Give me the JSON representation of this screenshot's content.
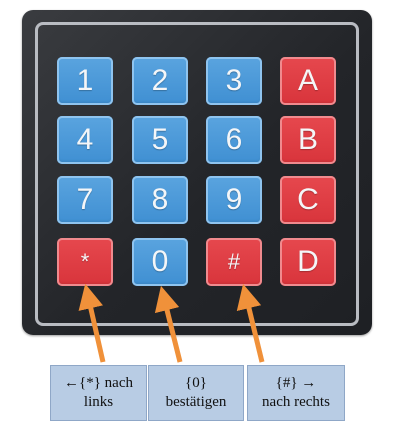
{
  "keypad": {
    "rows": [
      [
        {
          "label": "1",
          "color": "blue"
        },
        {
          "label": "2",
          "color": "blue"
        },
        {
          "label": "3",
          "color": "blue"
        },
        {
          "label": "A",
          "color": "red"
        }
      ],
      [
        {
          "label": "4",
          "color": "blue"
        },
        {
          "label": "5",
          "color": "blue"
        },
        {
          "label": "6",
          "color": "blue"
        },
        {
          "label": "B",
          "color": "red"
        }
      ],
      [
        {
          "label": "7",
          "color": "blue"
        },
        {
          "label": "8",
          "color": "blue"
        },
        {
          "label": "9",
          "color": "blue"
        },
        {
          "label": "C",
          "color": "red"
        }
      ],
      [
        {
          "label": "*",
          "color": "red"
        },
        {
          "label": "0",
          "color": "blue"
        },
        {
          "label": "#",
          "color": "red"
        },
        {
          "label": "D",
          "color": "red"
        }
      ]
    ]
  },
  "callouts": [
    {
      "key": "*",
      "line1": "←{*} nach",
      "line2": "links"
    },
    {
      "key": "0",
      "line1": "{0}",
      "line2": "bestätigen"
    },
    {
      "key": "#",
      "line1": "{#} →",
      "line2": "nach rechts"
    }
  ],
  "colors": {
    "key_blue": "#4a97d8",
    "key_red": "#dc3a40",
    "keypad_body": "#26282c",
    "callout_fill": "#b8cce4",
    "arrow": "#f0913a"
  }
}
